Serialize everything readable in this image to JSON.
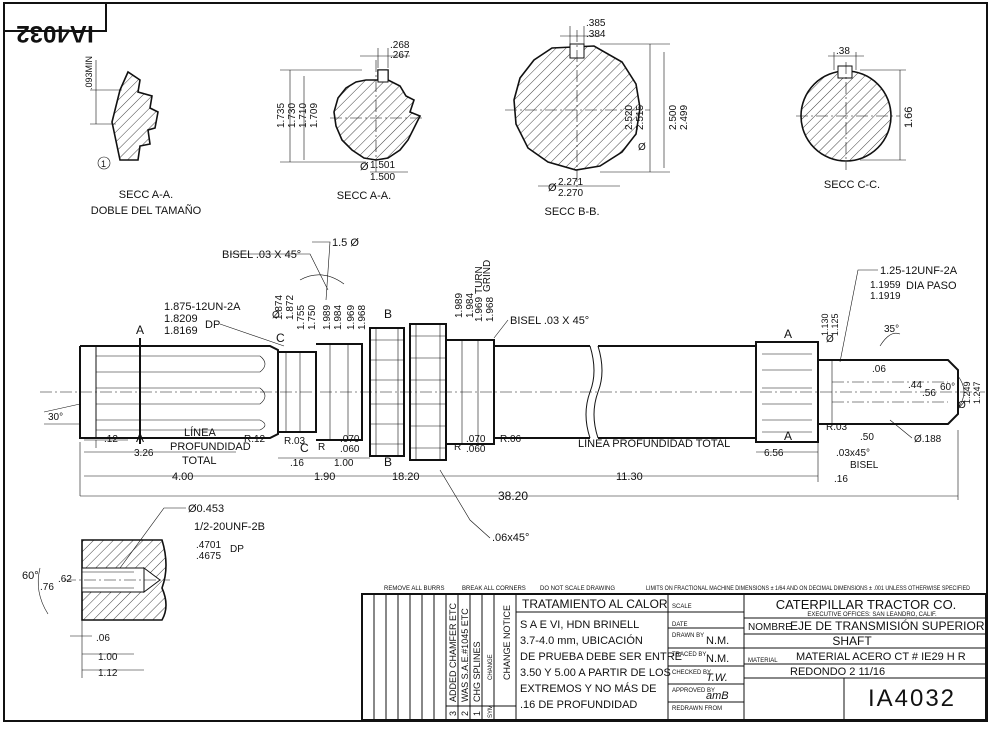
{
  "drawing_number": "IA4032",
  "drawing_number_mirrored": "IA4032",
  "sections": {
    "a_double": {
      "label1": "SECC A-A.",
      "label2": "DOBLE DEL TAMAÑO",
      "dim": ".093MIN",
      "note": "1"
    },
    "a": {
      "label": "SECC A-A.",
      "d1": "1.735",
      "d2": "1.730",
      "d3": "1.710",
      "d4": "1.709",
      "w1": ".268",
      "w2": ".267",
      "b1": "1.501",
      "b2": "1.500"
    },
    "b": {
      "label": "SECC B-B.",
      "w1": ".385",
      "w2": ".384",
      "d1": "2.520",
      "d2": "2.515",
      "d3": "2.500",
      "d4": "2.499",
      "b1": "2.271",
      "b2": "2.270"
    },
    "c": {
      "label": "SECC C-C.",
      "w": ".38",
      "d": "1.66"
    }
  },
  "shaft": {
    "bisel_left": "BISEL .03 X 45°",
    "dia_15": "1.5 Ø",
    "thread_left1": "1.875-12UN-2A",
    "thread_left2": "1.8209",
    "thread_left3": "1.8169",
    "dp": "DP",
    "d1874": "1.874",
    "d1872": "1.872",
    "d1755": "1.755",
    "d1750": "1.750",
    "d1989": "1.989",
    "d1984": "1.984",
    "d1969": "1.969",
    "d1968": "1.968",
    "turn1": "1.989",
    "turn2": "1.984",
    "turn": "TURN",
    "grind1": "1.969",
    "grind2": "1.968",
    "grind": "GRIND",
    "bisel_mid": "BISEL .03 X 45°",
    "thread_right1": "1.25-12UNF-2A",
    "thread_right2": "1.1959",
    "thread_right3": "1.1919",
    "dia_paso": "DIA PASO",
    "d1130": "1.130",
    "d1125": "1.125",
    "ang35": "35°",
    "d06": ".06",
    "d44": ".44",
    "d56": ".56",
    "d60": "60°",
    "d1249": "1.249",
    "d1247": "1.247",
    "ang30": "30°",
    "dim12": ".12",
    "dim326": "3.26",
    "linea1": "LÍNEA",
    "profundidad": "PROFUNDIDAD",
    "total": "TOTAL",
    "r12": "R.12",
    "r03": "R.03",
    "r070": ".070",
    "r060": ".060",
    "r_label": "R",
    "r070b": ".070",
    "r060b": ".060",
    "r06": "R.06",
    "linea_total": "LÍNEA PROFUNDIDAD TOTAL",
    "r03b": "R.03",
    "dim50": ".50",
    "d188": "Ø.188",
    "bisel03": ".03x45°",
    "bisel_word": "BISEL",
    "dim656": "6.56",
    "dim16a": ".16",
    "dim100": "1.00",
    "dim400": "4.00",
    "dim190": "1.90",
    "dim1820": "18.20",
    "dim1130": "11.30",
    "dim16b": ".16",
    "dim3820": "38.20",
    "chamfer06": ".06x45°",
    "sec_a": "A",
    "sec_b": "B",
    "sec_c": "C"
  },
  "detail": {
    "d453": "Ø0.453",
    "thread1": "1/2-20UNF-2B",
    "dp1": ".4701",
    "dp2": ".4675",
    "dp": "DP",
    "ang60": "60°",
    "d62": ".62",
    "d76": ".76",
    "d06": ".06",
    "d100": "1.00",
    "d112": "1.12"
  },
  "notes_strip": {
    "n1": "REMOVE ALL BURRS",
    "n2": "BREAK ALL CORNERS",
    "n3": "DO NOT SCALE DRAWING",
    "n4": "LIMITS ON FRACTIONAL MACHINE DIMENSIONS ± 1/64 AND ON DECIMAL DIMENSIONS ± .001 UNLESS OTHERWISE SPECIFIED"
  },
  "revisions": [
    {
      "num": "3",
      "text": "ADDED CHAMFER ETC"
    },
    {
      "num": "2",
      "text": "WAS S.A.E.#1045 ETC"
    },
    {
      "num": "1",
      "text": "CHG SPLINES"
    }
  ],
  "change_notice": "CHANGE NOTICE",
  "change_col": "CHANGE",
  "sym_col": "SYM",
  "heat_treat": {
    "title": "TRATAMIENTO AL CALOR",
    "lines": [
      "S A E VI, HDN BRINELL",
      "3.7-4.0 mm, UBICACIÓN",
      "DE PRUEBA DEBE SER ENTRE",
      "3.50 Y 5.00 A PARTIR DE LOS",
      "EXTREMOS Y NO MÁS DE",
      ".16 DE PROFUNDIDAD"
    ]
  },
  "title_block": {
    "scale": "SCALE",
    "date": "DATE",
    "drawn_by": "DRAWN BY",
    "drawn_val": "N.M.",
    "traced_by": "TRACED BY",
    "traced_val": "N.M.",
    "checked_by": "CHECKED BY",
    "checked_val": "T.W.",
    "approved_by": "APPROVED BY",
    "approved_val": "amB",
    "redrawn": "REDRAWN FROM",
    "company": "CATERPILLAR TRACTOR CO.",
    "company_sub": "EXECUTIVE OFFICES: SAN LEANDRO, CALIF.",
    "nombre_label": "NOMBRE",
    "nombre": "EJE DE TRANSMISIÓN SUPERIOR",
    "name_en": "SHAFT",
    "material_label": "MATERIAL",
    "material": "MATERIAL ACERO CT # IE29 H R",
    "redondo": "REDONDO 2 11/16",
    "number": "IA4032"
  }
}
